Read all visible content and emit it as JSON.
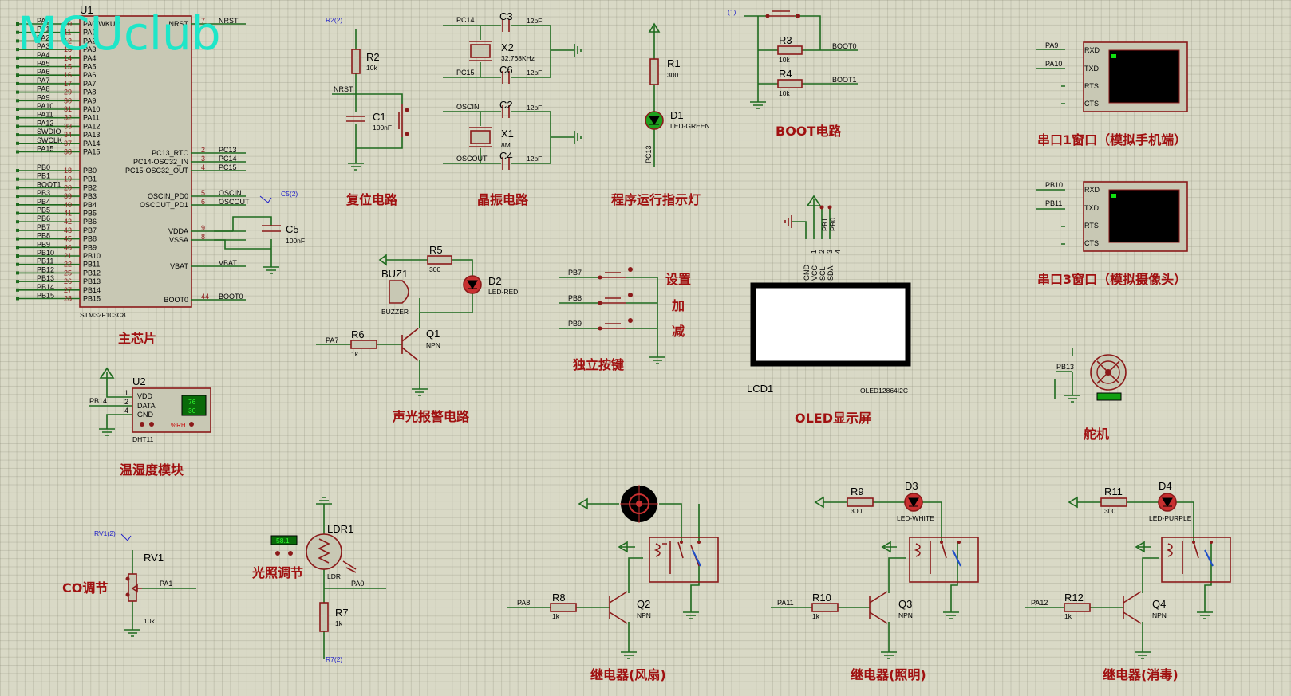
{
  "watermark": "MCUclub",
  "blocks": {
    "mcu": "主芯片",
    "reset": "复位电路",
    "crystal": "晶振电路",
    "led_indicator": "程序运行指示灯",
    "boot": "BOOT电路",
    "uart1": "串口1窗口（模拟手机端）",
    "uart3": "串口3窗口（模拟摄像头）",
    "buzzer": "声光报警电路",
    "keys": "独立按键",
    "oled": "OLED显示屏",
    "servo": "舵机",
    "dht": "温湿度模块",
    "co": "CO调节",
    "light": "光照调节",
    "relay_fan": "继电器(风扇)",
    "relay_light": "继电器(照明)",
    "relay_disinfect": "继电器(消毒)"
  },
  "keys_labels": [
    "设置",
    "加",
    "减"
  ],
  "mcu": {
    "ref": "U1",
    "part": "STM32F103C8",
    "left_pins": [
      [
        "PA0",
        "10",
        "PA0-WKUP"
      ],
      [
        "PA1",
        "11",
        "PA1"
      ],
      [
        "PA2",
        "12",
        "PA2"
      ],
      [
        "PA3",
        "13",
        "PA3"
      ],
      [
        "PA4",
        "14",
        "PA4"
      ],
      [
        "PA5",
        "15",
        "PA5"
      ],
      [
        "PA6",
        "16",
        "PA6"
      ],
      [
        "PA7",
        "17",
        "PA7"
      ],
      [
        "PA8",
        "29",
        "PA8"
      ],
      [
        "PA9",
        "30",
        "PA9"
      ],
      [
        "PA10",
        "31",
        "PA10"
      ],
      [
        "PA11",
        "32",
        "PA11"
      ],
      [
        "PA12",
        "33",
        "PA12"
      ],
      [
        "SWDIO",
        "34",
        "PA13"
      ],
      [
        "SWCLK",
        "37",
        "PA14"
      ],
      [
        "PA15",
        "38",
        "PA15"
      ],
      [
        "PB0",
        "18",
        "PB0"
      ],
      [
        "PB1",
        "19",
        "PB1"
      ],
      [
        "BOOT1",
        "20",
        "PB2"
      ],
      [
        "PB3",
        "39",
        "PB3"
      ],
      [
        "PB4",
        "40",
        "PB4"
      ],
      [
        "PB5",
        "41",
        "PB5"
      ],
      [
        "PB6",
        "42",
        "PB6"
      ],
      [
        "PB7",
        "43",
        "PB7"
      ],
      [
        "PB8",
        "45",
        "PB8"
      ],
      [
        "PB9",
        "46",
        "PB9"
      ],
      [
        "PB10",
        "21",
        "PB10"
      ],
      [
        "PB11",
        "22",
        "PB11"
      ],
      [
        "PB12",
        "25",
        "PB12"
      ],
      [
        "PB13",
        "26",
        "PB13"
      ],
      [
        "PB14",
        "27",
        "PB14"
      ],
      [
        "PB15",
        "28",
        "PB15"
      ]
    ],
    "right_pins": [
      [
        "NRST",
        "7",
        "NRST"
      ],
      [
        "PC13",
        "2",
        "PC13_RTC"
      ],
      [
        "PC14",
        "3",
        "PC14-OSC32_IN"
      ],
      [
        "PC15",
        "4",
        "PC15-OSC32_OUT"
      ],
      [
        "OSCIN",
        "5",
        "OSCIN_PD0"
      ],
      [
        "OSCOUT",
        "6",
        "OSCOUT_PD1"
      ],
      [
        "",
        "9",
        "VDDA"
      ],
      [
        "",
        "8",
        "VSSA"
      ],
      [
        "VBAT",
        "1",
        "VBAT"
      ],
      [
        "BOOT0",
        "44",
        "BOOT0"
      ]
    ]
  },
  "parts": {
    "R2": {
      "ref": "R2",
      "val": "10k"
    },
    "C1": {
      "ref": "C1",
      "val": "100nF"
    },
    "C3": {
      "ref": "C3",
      "val": "12pF"
    },
    "C6": {
      "ref": "C6",
      "val": "12pF"
    },
    "C2": {
      "ref": "C2",
      "val": "12pF"
    },
    "C4": {
      "ref": "C4",
      "val": "12pF"
    },
    "X2": {
      "ref": "X2",
      "val": "32.768KHz"
    },
    "X1": {
      "ref": "X1",
      "val": "8M"
    },
    "R1": {
      "ref": "R1",
      "val": "300"
    },
    "D1": {
      "ref": "D1",
      "val": "LED-GREEN"
    },
    "R3": {
      "ref": "R3",
      "val": "10k"
    },
    "R4": {
      "ref": "R4",
      "val": "10k"
    },
    "C5": {
      "ref": "C5",
      "val": "100nF"
    },
    "R5": {
      "ref": "R5",
      "val": "300"
    },
    "D2": {
      "ref": "D2",
      "val": "LED-RED"
    },
    "BUZ1": {
      "ref": "BUZ1",
      "val": "BUZZER"
    },
    "R6": {
      "ref": "R6",
      "val": "1k"
    },
    "Q1": {
      "ref": "Q1",
      "val": "NPN"
    },
    "U2": {
      "ref": "U2",
      "val": "DHT11"
    },
    "LCD1": {
      "ref": "LCD1",
      "val": "OLED12864I2C"
    },
    "RV1": {
      "ref": "RV1",
      "val": "10k"
    },
    "LDR1": {
      "ref": "LDR1",
      "val": "LDR"
    },
    "R7": {
      "ref": "R7",
      "val": "1k"
    },
    "R8": {
      "ref": "R8",
      "val": "1k"
    },
    "Q2": {
      "ref": "Q2",
      "val": "NPN"
    },
    "R9": {
      "ref": "R9",
      "val": "300"
    },
    "D3": {
      "ref": "D3",
      "val": "LED-WHITE"
    },
    "R10": {
      "ref": "R10",
      "val": "1k"
    },
    "Q3": {
      "ref": "Q3",
      "val": "NPN"
    },
    "R11": {
      "ref": "R11",
      "val": "300"
    },
    "D4": {
      "ref": "D4",
      "val": "LED-PURPLE"
    },
    "R12": {
      "ref": "R12",
      "val": "1k"
    },
    "Q4": {
      "ref": "Q4",
      "val": "NPN"
    }
  },
  "nets": {
    "nrst": "NRST",
    "pc14": "PC14",
    "pc15": "PC15",
    "oscin": "OSCIN",
    "oscout": "OSCOUT",
    "pc13": "PC13",
    "boot0": "BOOT0",
    "boot1": "BOOT1",
    "pa7": "PA7",
    "pb7": "PB7",
    "pb8": "PB8",
    "pb9": "PB9",
    "pb14": "PB14",
    "pa1": "PA1",
    "pa0": "PA0",
    "pa8": "PA8",
    "pa11": "PA11",
    "pa12": "PA12",
    "pa9": "PA9",
    "pa10": "PA10",
    "pb10": "PB10",
    "pb11": "PB11",
    "pb13": "PB13",
    "pb1": "PB1",
    "pb0": "PB0"
  },
  "probes": {
    "r2": "R2(2)",
    "c5": "C5(2)",
    "rv1": "RV1(2)",
    "r7": "R7(2)",
    "boot": "(1)"
  },
  "terminal": {
    "rxd": "RXD",
    "txd": "TXD",
    "rts": "RTS",
    "cts": "CTS"
  },
  "oled_pins": [
    "GND",
    "VCC",
    "SCL",
    "SDA"
  ],
  "oled_pin_nums": [
    "1",
    "2",
    "3",
    "4"
  ],
  "dht": {
    "vdd": "VDD",
    "data": "DATA",
    "gnd": "GND",
    "temp": "76",
    "hum": "30",
    "unit": "%RH",
    "pin1": "1",
    "pin2": "2",
    "pin4": "4"
  },
  "ldr_display": "58.1",
  "colors": {
    "wire": "#1e6a1e",
    "component": "#8b1a1a",
    "label": "#a01010",
    "background": "#d9d9c6",
    "logo": "#1ee6c8"
  }
}
